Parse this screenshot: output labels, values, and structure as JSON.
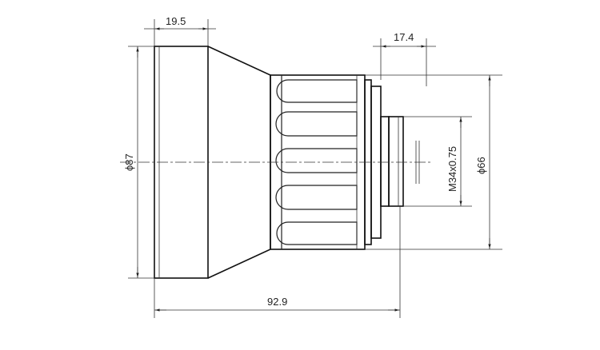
{
  "dimensions": {
    "front_length": "19.5",
    "rear_length": "17.4",
    "total_length": "92.9",
    "front_diameter": "ϕ87",
    "rear_diameter": "ϕ66",
    "mount_thread": "M34x0.75"
  }
}
